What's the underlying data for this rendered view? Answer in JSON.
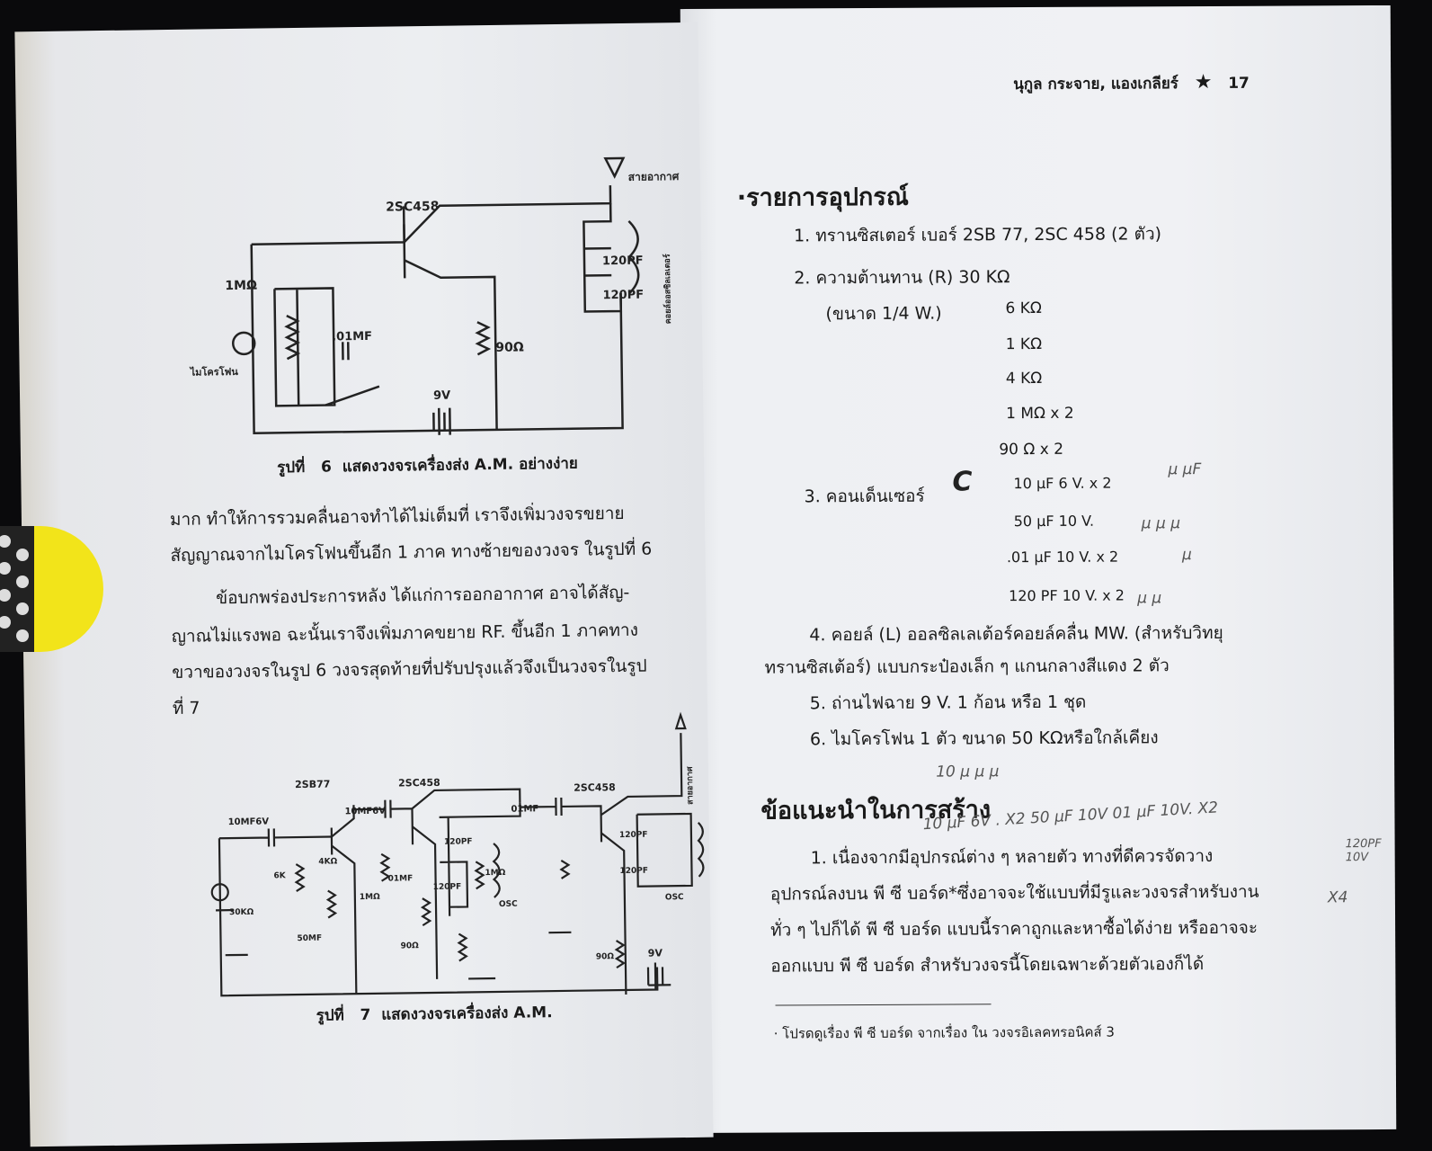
{
  "left_page": {
    "figure6": {
      "labels": {
        "antenna": "สายอากาศ",
        "transistor": "2SC458",
        "r1": "1MΩ",
        "c1": ".01MF",
        "mic": "ไมโครโฟน",
        "c2": "120PF",
        "c3": "120PF",
        "r2": "90Ω",
        "battery": "9V",
        "coil": "คอยล์ออสซิลเลเตอร์"
      },
      "caption_label": "รูปที่",
      "caption_num": "6",
      "caption_text": "แสดงวงจรเครื่องส่ง A.M. อย่างง่าย"
    },
    "paragraphs": [
      "มาก  ทำให้การรวมคลื่นอาจทำได้ไม่เต็มที่  เราจึงเพิ่มวงจรขยาย",
      "สัญญาณจากไมโครโฟนขึ้นอีก  1  ภาค ทางซ้ายของวงจร  ในรูปที่ 6",
      "ข้อบกพร่องประการหลัง ได้แก่การออกอากาศ อาจได้สัญ-",
      "ญาณไม่แรงพอ ฉะนั้นเราจึงเพิ่มภาคขยาย  RF.  ขึ้นอีก  1  ภาคทาง",
      "ขวาของวงจรในรูป 6 วงจรสุดท้ายที่ปรับปรุงแล้วจึงเป็นวงจรในรูป",
      "ที่ 7"
    ],
    "figure7": {
      "labels": {
        "q1": "2SB77",
        "q2": "2SC458",
        "q3": "2SC458",
        "c1": "10MF6V",
        "c2": "10MF6V",
        "c3": "01MF",
        "c4": "120PF",
        "c5": "120PF",
        "c6": "120PF",
        "c7": "120PF",
        "osc1": "OSC",
        "osc2": "OSC",
        "r1": "30KΩ",
        "r2": "6K",
        "r3": "4KΩ",
        "r4": "1MΩ",
        "r5": "1MΩ",
        "r6": "90Ω",
        "r7": "90Ω",
        "c8": "50MF",
        "c9": "01MF",
        "battery": "9V",
        "antenna": "สายอากาศ"
      },
      "caption_label": "รูปที่",
      "caption_num": "7",
      "caption_text": "แสดงวงจรเครื่องส่ง A.M."
    }
  },
  "right_page": {
    "header": {
      "authors": "นุกูล กระจาย, แองเกลียร์",
      "star": "★",
      "page_number": "17"
    },
    "parts_heading": "·รายการอุปกรณ์",
    "parts": [
      {
        "num": "1.",
        "text": "ทรานซิสเตอร์ เบอร์ 2SB 77, 2SC 458 (2 ตัว)"
      },
      {
        "num": "2.",
        "text": "ความต้านทาน (R) 30 KΩ",
        "note": "(ขนาด 1/4 W.)",
        "values": [
          "6 KΩ",
          "1 KΩ",
          "4 KΩ",
          "1 MΩ x 2",
          "90 Ω x 2"
        ]
      },
      {
        "num": "3.",
        "text": "คอนเด็นเซอร์",
        "values": [
          "10 μF  6 V. x 2",
          "50 μF  10 V.",
          ".01 μF  10 V. x 2",
          "120 PF  10 V. x 2"
        ]
      },
      {
        "num": "4.",
        "text": "คอยล์ (L) ออลซิลเลเต้อร์คอยล์คลื่น MW. (สำหรับวิทยุ",
        "cont": "ทรานซิสเต้อร์) แบบกระป๋องเล็ก ๆ แกนกลางสีแดง 2 ตัว"
      },
      {
        "num": "5.",
        "text": "ถ่านไฟฉาย 9 V. 1 ก้อน หรือ 1 ชุด"
      },
      {
        "num": "6.",
        "text": "ไมโครโฟน 1 ตัว ขนาด 50 KΩหรือใกล้เคียง"
      }
    ],
    "advice_heading": "ข้อแนะนำในการสร้าง",
    "advice_lines": [
      "1.  เนื่องจากมีอุปกรณ์ต่าง ๆ หลายตัว    ทางที่ดีควรจัดวาง",
      "อุปกรณ์ลงบน พี ซี บอร์ด*ซึ่งอาจจะใช้แบบที่มีรูและวงจรสำหรับงาน",
      "ทั่ว ๆ ไปก็ได้ พี ซี บอร์ด แบบนี้ราคาถูกและหาซื้อได้ง่าย  หรืออาจจะ",
      "ออกแบบ พี ซี บอร์ด สำหรับวงจรนี้โดยเฉพาะด้วยตัวเองก็ได้"
    ],
    "footnote": "· โปรดดูเรื่อง พี ซี บอร์ด จากเรื่อง ใน วงจรอิเลคทรอนิคส์ 3",
    "handwriting": [
      "C",
      "μ  μF",
      "μ μ μ",
      "μ",
      "μ μ",
      "10 μ μ μ",
      "10 μF 6V . X2  50 μF 10V  01 μF 10V. X2",
      "120PF 10V",
      "X4"
    ]
  },
  "colors": {
    "page": "#eceef1",
    "background": "#0a0a0c",
    "bookmark": "#f2e41a",
    "ink": "#1a1a1a"
  }
}
